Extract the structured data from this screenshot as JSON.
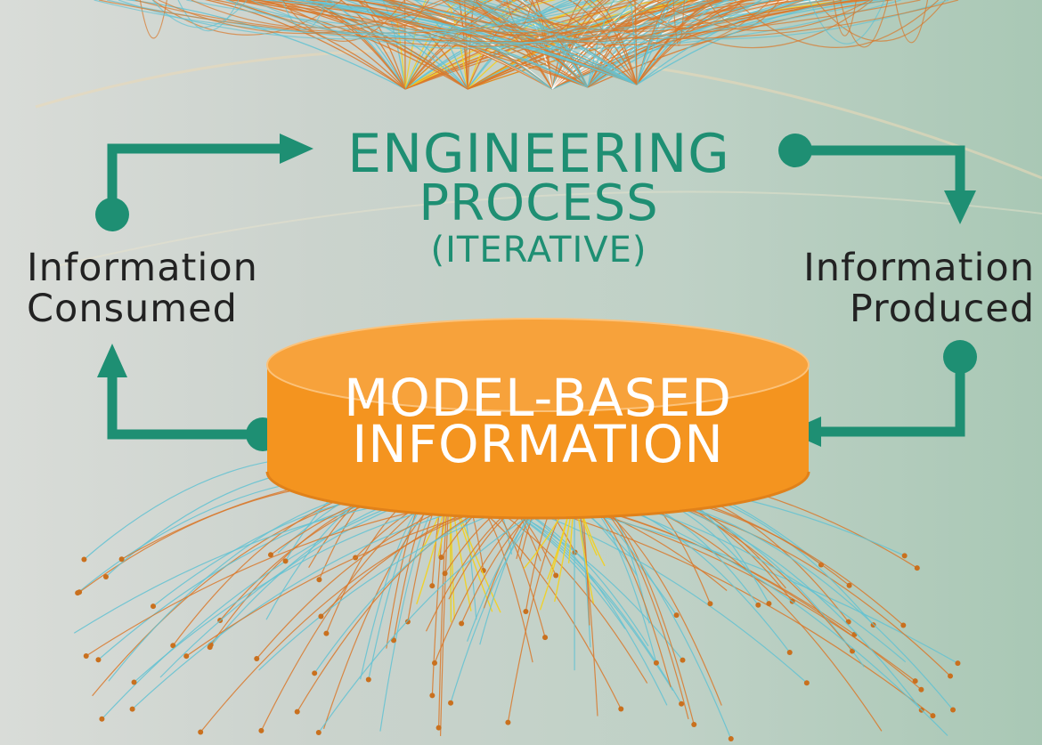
{
  "process": {
    "line1": "ENGINEERING",
    "line2": "PROCESS",
    "line3": "(ITERATIVE)"
  },
  "consumed": {
    "line1": "Information",
    "line2": "Consumed"
  },
  "produced": {
    "line1": "Information",
    "line2": "Produced"
  },
  "database": {
    "line1": "MODEL-BASED",
    "line2": "INFORMATION"
  },
  "colors": {
    "accent_green": "#1e8f73",
    "database_orange": "#f4941f",
    "network_orange": "#d9782a",
    "network_blue": "#62c2d2",
    "network_yellow": "#f4d01c"
  },
  "icons": [
    "arrow-icon",
    "connector-dot-icon",
    "database-cylinder-icon",
    "network-graph"
  ]
}
